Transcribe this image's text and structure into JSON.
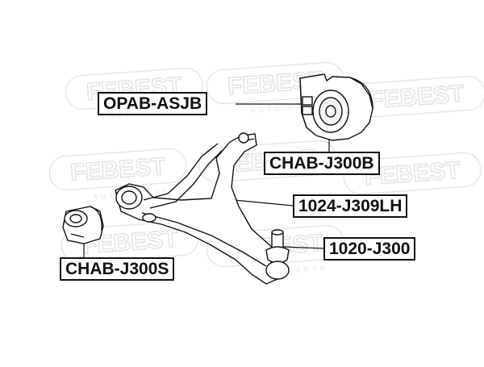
{
  "part_labels": {
    "opab": "OPAB-ASJB",
    "chab_b": "CHAB-J300B",
    "arm": "1024-J309LH",
    "ball_joint": "1020-J300",
    "chab_s": "CHAB-J300S"
  },
  "watermark": {
    "brand": "FEBEST",
    "sub": "AUTO PARTS"
  }
}
